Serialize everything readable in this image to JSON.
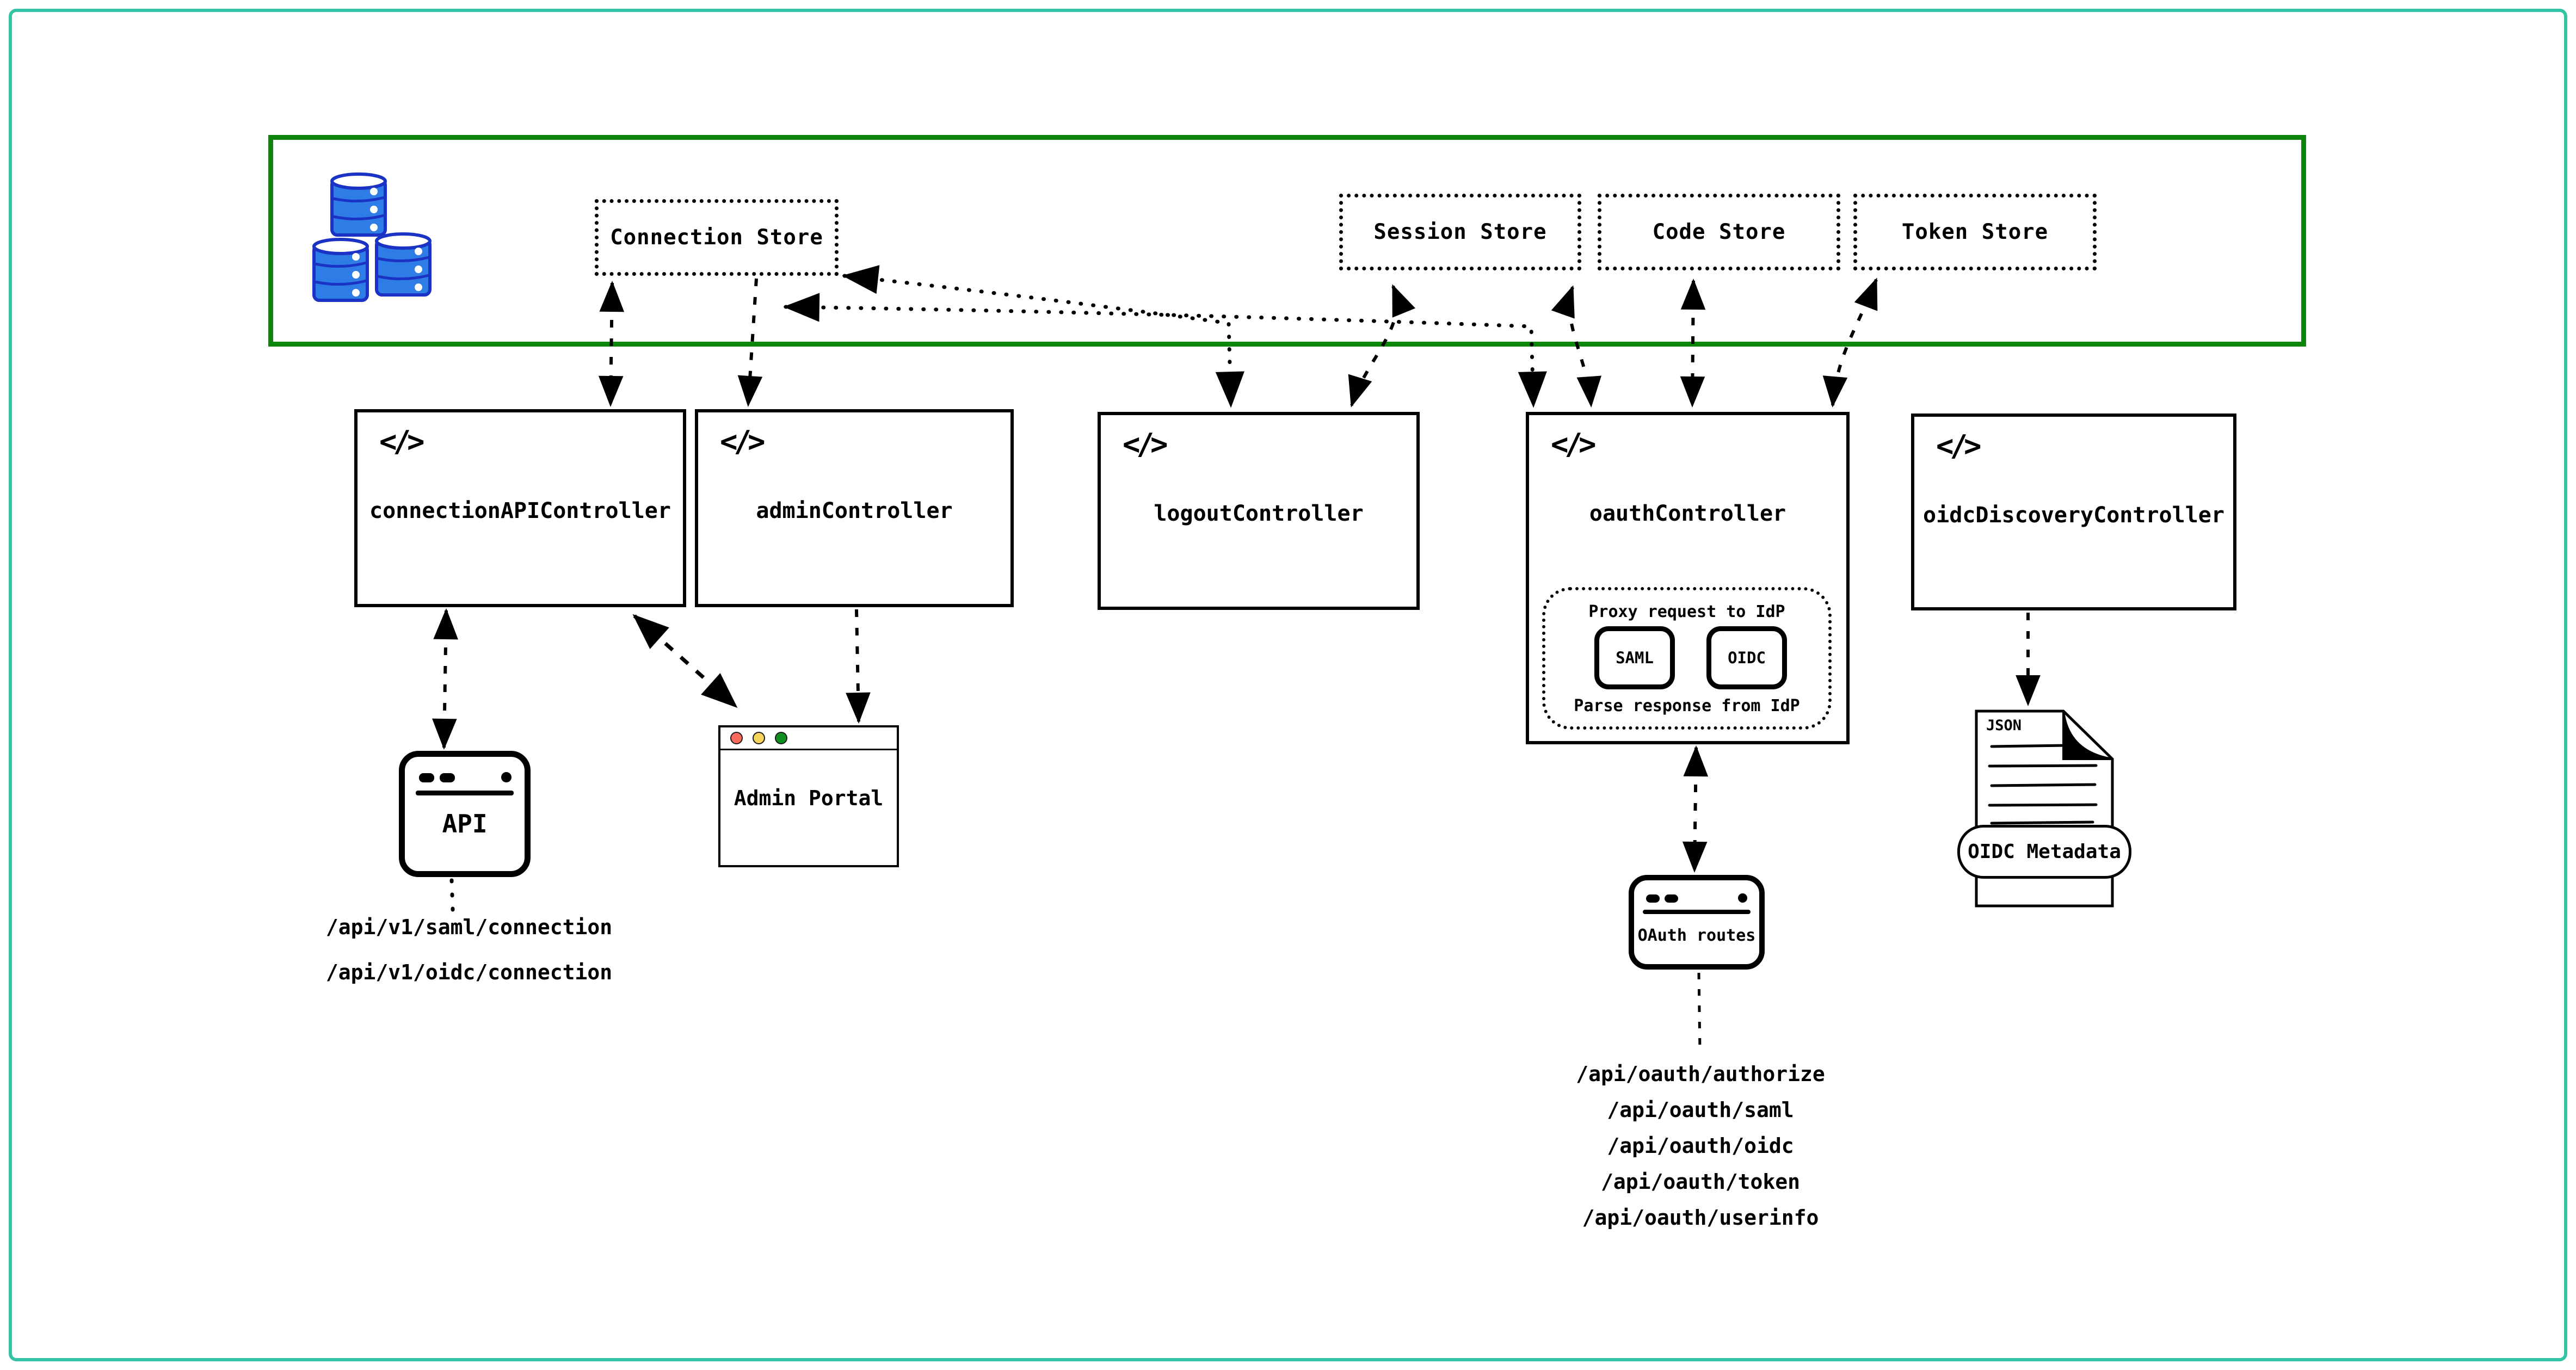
{
  "diagram": {
    "stores": [
      {
        "label": "Connection Store"
      },
      {
        "label": "Session Store"
      },
      {
        "label": "Code Store"
      },
      {
        "label": "Token Store"
      }
    ],
    "controllers": [
      {
        "label": "connectionAPIController"
      },
      {
        "label": "adminController"
      },
      {
        "label": "logoutController"
      },
      {
        "label": "oauthController"
      },
      {
        "label": "oidcDiscoveryController"
      }
    ],
    "code_icon_glyph": "</>",
    "oauth_internal": {
      "proxy_label": "Proxy request to IdP",
      "parse_label": "Parse response from IdP",
      "protocols": [
        {
          "label": "SAML"
        },
        {
          "label": "OIDC"
        }
      ]
    },
    "widgets": {
      "api": {
        "label": "API"
      },
      "admin_portal": {
        "label": "Admin Portal"
      },
      "oauth_routes": {
        "label": "OAuth routes"
      },
      "oidc_metadata": {
        "file_type": "JSON",
        "label": "OIDC Metadata"
      }
    },
    "routes": {
      "connection_api": [
        "/api/v1/saml/connection",
        "/api/v1/oidc/connection"
      ],
      "oauth": [
        "/api/oauth/authorize",
        "/api/oauth/saml",
        "/api/oauth/oidc",
        "/api/oauth/token",
        "/api/oauth/userinfo"
      ]
    },
    "colors": {
      "frame": "#35c3a6",
      "store_zone_border": "#0c870c",
      "stroke": "#000000",
      "database_fill": "#2e7ce6",
      "database_stroke": "#1b33c4",
      "window_dot_red": "#fa6a5f",
      "window_dot_yellow": "#f8d35c",
      "window_dot_green": "#0f8f1f"
    }
  }
}
